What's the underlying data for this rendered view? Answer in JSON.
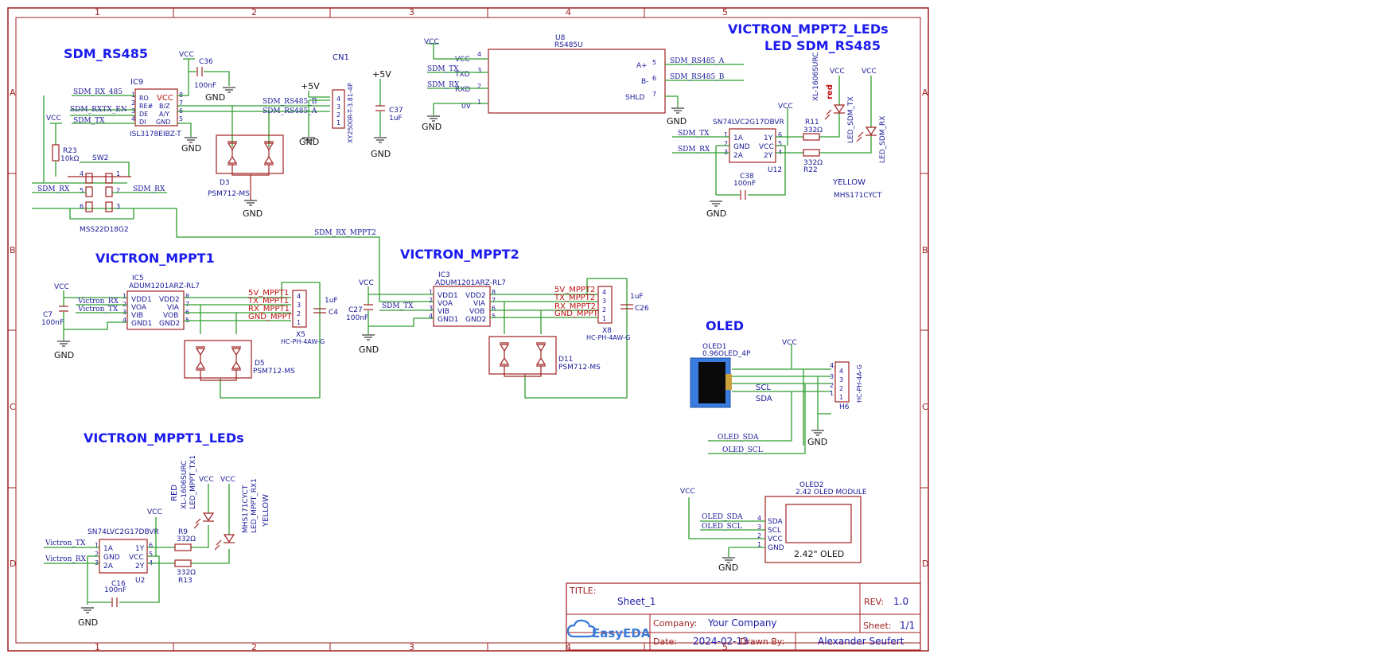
{
  "frame": {
    "columns": [
      "1",
      "2",
      "3",
      "4",
      "5"
    ],
    "rows": [
      "A",
      "B",
      "C",
      "D"
    ]
  },
  "sections": {
    "sdm_rs485": "SDM_RS485",
    "victron_mppt2_leds": "VICTRON_MPPT2_LEDs",
    "led_sdm_rs485": "LED SDM_RS485",
    "victron_mppt1": "VICTRON_MPPT1",
    "victron_mppt2": "VICTRON_MPPT2",
    "oled": "OLED",
    "victron_mppt1_leds": "VICTRON_MPPT1_LEDs"
  },
  "power": {
    "vcc": "VCC",
    "gnd": "GND",
    "p5v": "+5V"
  },
  "nets": {
    "sdm_rx_485": "SDM_RX_485",
    "sdm_rxtx_en": "SDM_RXTX_EN",
    "sdm_tx": "SDM_TX",
    "sdm_rx": "SDM_RX",
    "sdm_rs485_b": "SDM_RS485_B",
    "sdm_rs485_a": "SDM_RS485_A",
    "sdm_rx_mppt2": "SDM_RX_MPPT2",
    "victron_rx": "Victron_RX",
    "victron_tx": "Victron_TX",
    "v5_mppt1": "5V_MPPT1",
    "tx_mppt1": "TX_MPPT1",
    "rx_mppt1": "RX_MPPT1",
    "gnd_mppt1": "GND_MPPT1",
    "v5_mppt2": "5V_MPPT2",
    "tx_mppt2": "TX_MPPT2",
    "rx_mppt2": "RX_MPPT2",
    "gnd_mppt2": "GND_MPPT2",
    "oled_sda": "OLED_SDA",
    "oled_scl": "OLED_SCL",
    "scl": "SCL",
    "sda": "SDA"
  },
  "components": {
    "ic9": {
      "ref": "IC9",
      "part": "ISL3178EIBZ-T",
      "pins_left": [
        "RO",
        "RE#",
        "DE",
        "DI"
      ],
      "pins_right": [
        "VCC",
        "B/Z",
        "A/Y",
        "GND"
      ],
      "nums_left": [
        "1",
        "2",
        "3",
        "4"
      ],
      "nums_right": [
        "8",
        "7",
        "6",
        "5"
      ]
    },
    "c36": {
      "ref": "C36",
      "value": "100nF"
    },
    "cn1": {
      "ref": "CN1",
      "part": "XY2500R-T-3.81-4P",
      "pins": [
        "4",
        "3",
        "2",
        "1"
      ]
    },
    "c37": {
      "ref": "C37",
      "value": "1uF"
    },
    "d3": {
      "ref": "D3",
      "part": "PSM712-MS"
    },
    "r23": {
      "ref": "R23",
      "value": "10kΩ"
    },
    "sw2": {
      "ref": "SW2",
      "part": "MSS22D18G2",
      "pins": [
        "4",
        "1",
        "5",
        "2",
        "6",
        "3"
      ]
    },
    "u8": {
      "ref": "U8",
      "part": "RS485U",
      "pins_left": [
        "VCC",
        "TXD",
        "RXD",
        "0V"
      ],
      "nums_left": [
        "4",
        "3",
        "2",
        "1"
      ],
      "pins_right": [
        "A+",
        "B-",
        "SHLD"
      ],
      "nums_right": [
        "5",
        "6",
        "7"
      ]
    },
    "u12": {
      "ref": "U12",
      "part": "SN74LVC2G17DBVR",
      "pins_left": [
        "1A",
        "GND",
        "2A"
      ],
      "pins_right": [
        "1Y",
        "VCC",
        "2Y"
      ],
      "nums_left": [
        "1",
        "2",
        "3"
      ],
      "nums_right": [
        "6",
        "5",
        "4"
      ]
    },
    "r11": {
      "ref": "R11",
      "value": "332Ω"
    },
    "r22": {
      "ref": "R22",
      "value": "332Ω"
    },
    "c38": {
      "ref": "C38",
      "value": "100nF"
    },
    "led_tx": {
      "part": "XL-1606SURC",
      "color": "red",
      "net": "LED_SDM_TX"
    },
    "led_rx": {
      "part": "MHS171CYCT",
      "color": "YELLOW",
      "net": "LED_SDM_RX"
    },
    "ic5": {
      "ref": "IC5",
      "part": "ADUM1201ARZ-RL7",
      "pins_left": [
        "VDD1",
        "VOA",
        "VIB",
        "GND1"
      ],
      "pins_right": [
        "VDD2",
        "VIA",
        "VOB",
        "GND2"
      ],
      "nums_left": [
        "1",
        "2",
        "3",
        "4"
      ],
      "nums_right": [
        "8",
        "7",
        "6",
        "5"
      ]
    },
    "c7": {
      "ref": "C7",
      "value": "100nF"
    },
    "x5": {
      "ref": "X5",
      "part": "HC-PH-4AW-G",
      "pins": [
        "4",
        "3",
        "2",
        "1"
      ]
    },
    "c4": {
      "ref": "C4",
      "value": "1uF"
    },
    "d5": {
      "ref": "D5",
      "part": "PSM712-MS"
    },
    "ic3": {
      "ref": "IC3",
      "part": "ADUM1201ARZ-RL7",
      "pins_left": [
        "VDD1",
        "VOA",
        "VIB",
        "GND1"
      ],
      "pins_right": [
        "VDD2",
        "VIA",
        "VOB",
        "GND2"
      ],
      "nums_left": [
        "1",
        "2",
        "3",
        "4"
      ],
      "nums_right": [
        "8",
        "7",
        "6",
        "5"
      ]
    },
    "c27": {
      "ref": "C27",
      "value": "100nF"
    },
    "x8": {
      "ref": "X8",
      "part": "HC-PH-4AW-G",
      "pins": [
        "4",
        "3",
        "2",
        "1"
      ]
    },
    "c26": {
      "ref": "C26",
      "value": "1uF"
    },
    "d11": {
      "ref": "D11",
      "part": "PSM712-MS"
    },
    "oled1": {
      "ref": "OLED1",
      "part": "0.96OLED_4P"
    },
    "h6": {
      "ref": "H6",
      "part": "HC-PH-4A-G",
      "pins": [
        "4",
        "3",
        "2",
        "1"
      ]
    },
    "oled2": {
      "ref": "OLED2",
      "part": "2.42 OLED MODULE",
      "pins": [
        "SDA",
        "SCL",
        "VCC",
        "GND"
      ],
      "nums": [
        "4",
        "3",
        "2",
        "1"
      ],
      "screen": "2.42\" OLED"
    },
    "u2": {
      "ref": "U2",
      "part": "SN74LVC2G17DBVR",
      "pins_left": [
        "1A",
        "GND",
        "2A"
      ],
      "pins_right": [
        "1Y",
        "VCC",
        "2Y"
      ],
      "nums_left": [
        "1",
        "2",
        "3"
      ],
      "nums_right": [
        "6",
        "5",
        "4"
      ]
    },
    "r9": {
      "ref": "R9",
      "value": "332Ω"
    },
    "r13": {
      "ref": "R13",
      "value": "332Ω"
    },
    "c16": {
      "ref": "C16",
      "value": "100nF"
    },
    "led_mppt_tx1": {
      "part": "XL-1606SURC",
      "color": "RED",
      "net": "LED_MPPT_TX1"
    },
    "led_mppt_rx1": {
      "part": "MHS171CYCT",
      "color": "YELLOW",
      "net": "LED_MPPT_RX1"
    }
  },
  "title_block": {
    "title_label": "TITLE:",
    "title": "Sheet_1",
    "rev_label": "REV:",
    "rev": "1.0",
    "company_label": "Company:",
    "company": "Your Company",
    "sheet_label": "Sheet:",
    "sheet": "1/1",
    "date_label": "Date:",
    "date": "2024-02-13",
    "drawn_label": "Drawn By:",
    "drawn": "Alexander Seufert",
    "logo": "EasyEDA"
  }
}
